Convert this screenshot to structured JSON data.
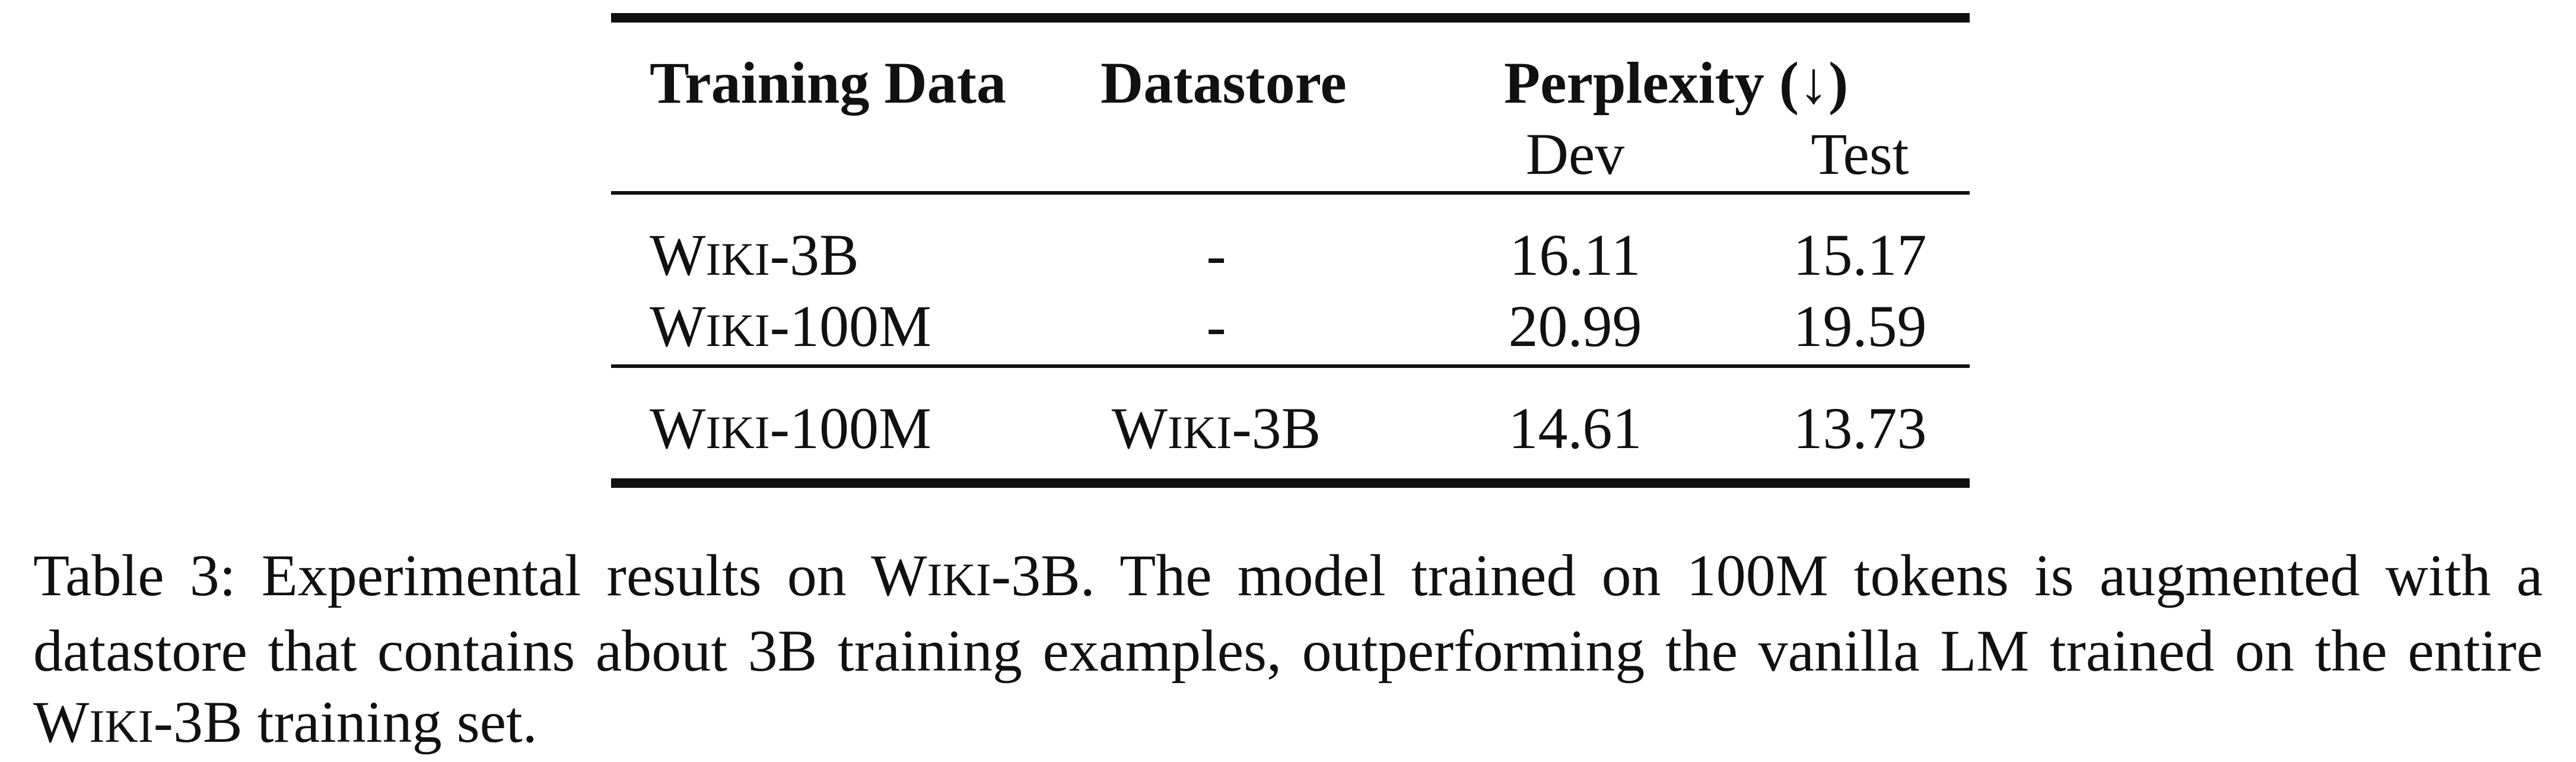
{
  "table": {
    "headers": {
      "training_data": "Training Data",
      "datastore": "Datastore",
      "perplexity": "Perplexity (↓)",
      "dev": "Dev",
      "test": "Test"
    },
    "rows": [
      {
        "training_data": "Wiki-3B",
        "datastore": "-",
        "dev": "16.11",
        "test": "15.17"
      },
      {
        "training_data": "Wiki-100M",
        "datastore": "-",
        "dev": "20.99",
        "test": "19.59"
      },
      {
        "training_data": "Wiki-100M",
        "datastore": "Wiki-3B",
        "dev": "14.61",
        "test": "13.73"
      }
    ]
  },
  "caption": {
    "label": "Table 3:",
    "part1": "Experimental results on",
    "part2": ". The model trained on 100M tokens is augmented with a datastore that contains about 3B training examples, outperforming the vanilla LM trained on the entire",
    "part3": "training set.",
    "dataset_name": "Wiki-3B"
  }
}
